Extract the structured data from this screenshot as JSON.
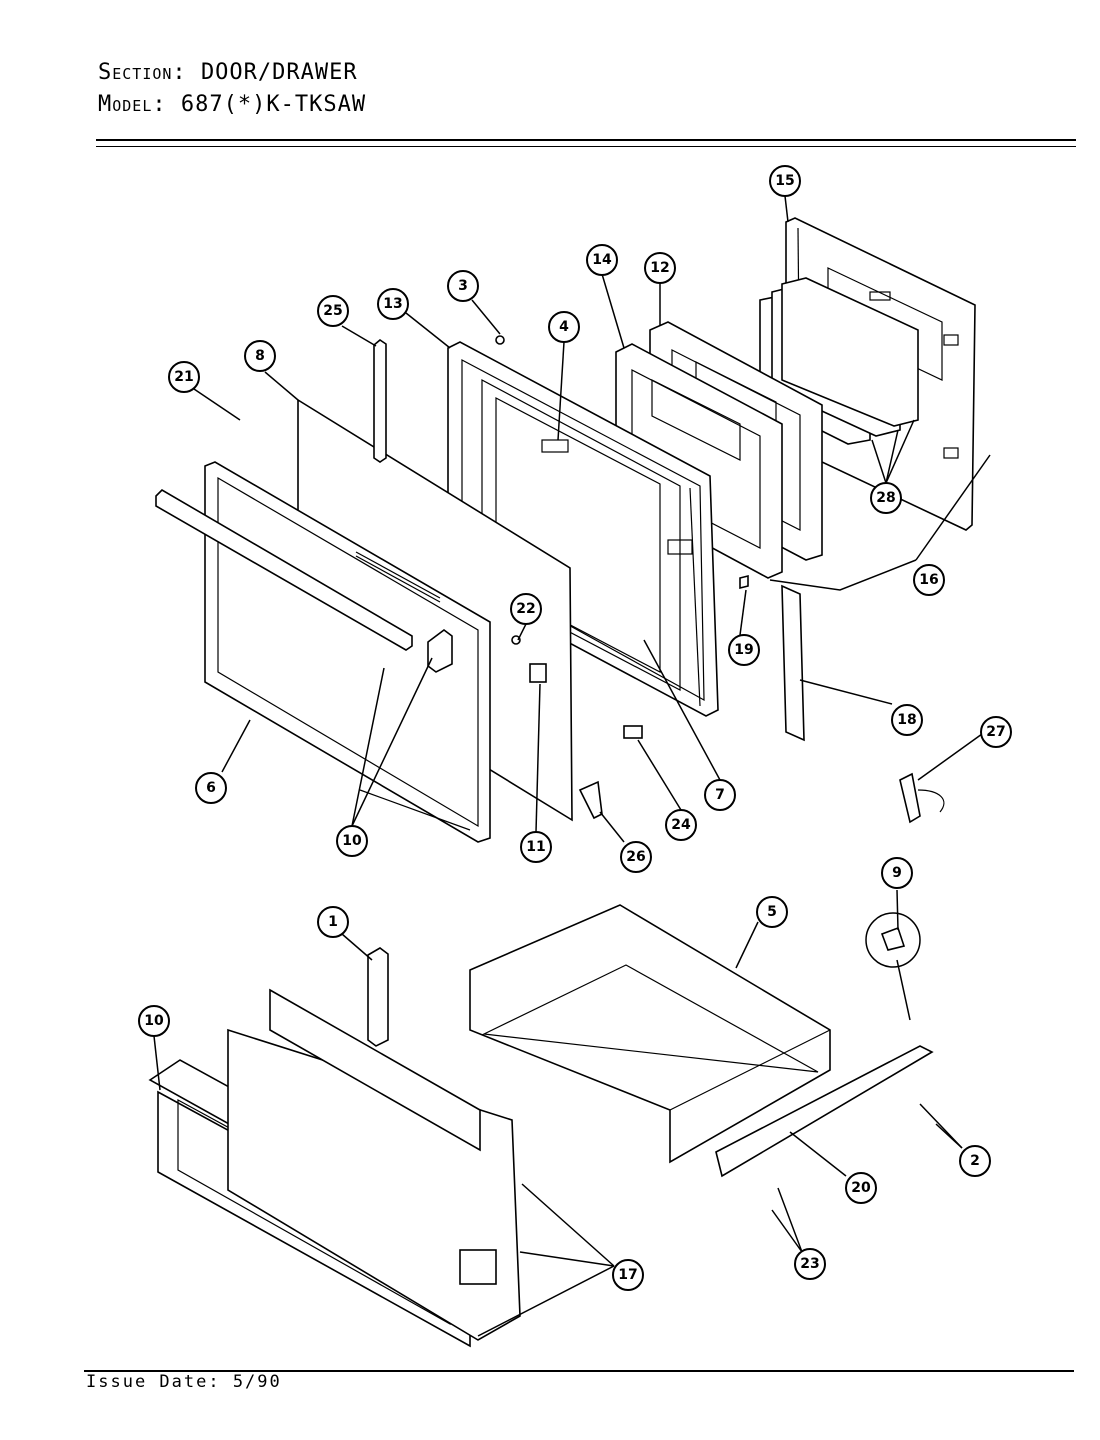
{
  "header": {
    "section_label": "Section:",
    "section_value": "DOOR/DRAWER",
    "model_label": "Model:",
    "model_value": "687(*)K-TKSAW"
  },
  "footer": {
    "issue_date": "Issue Date: 5/90"
  },
  "callouts": [
    {
      "id": "c15",
      "label": "15"
    },
    {
      "id": "c14",
      "label": "14"
    },
    {
      "id": "c12",
      "label": "12"
    },
    {
      "id": "c3",
      "label": "3"
    },
    {
      "id": "c25",
      "label": "25"
    },
    {
      "id": "c13",
      "label": "13"
    },
    {
      "id": "c4",
      "label": "4"
    },
    {
      "id": "c8",
      "label": "8"
    },
    {
      "id": "c21",
      "label": "21"
    },
    {
      "id": "c28",
      "label": "28"
    },
    {
      "id": "c16",
      "label": "16"
    },
    {
      "id": "c22",
      "label": "22"
    },
    {
      "id": "c19",
      "label": "19"
    },
    {
      "id": "c18",
      "label": "18"
    },
    {
      "id": "c27",
      "label": "27"
    },
    {
      "id": "c6",
      "label": "6"
    },
    {
      "id": "c10a",
      "label": "10"
    },
    {
      "id": "c11",
      "label": "11"
    },
    {
      "id": "c24",
      "label": "24"
    },
    {
      "id": "c7",
      "label": "7"
    },
    {
      "id": "c26",
      "label": "26"
    },
    {
      "id": "c9",
      "label": "9"
    },
    {
      "id": "c1",
      "label": "1"
    },
    {
      "id": "c5",
      "label": "5"
    },
    {
      "id": "c10b",
      "label": "10"
    },
    {
      "id": "c2",
      "label": "2"
    },
    {
      "id": "c20",
      "label": "20"
    },
    {
      "id": "c17",
      "label": "17"
    },
    {
      "id": "c23",
      "label": "23"
    }
  ]
}
